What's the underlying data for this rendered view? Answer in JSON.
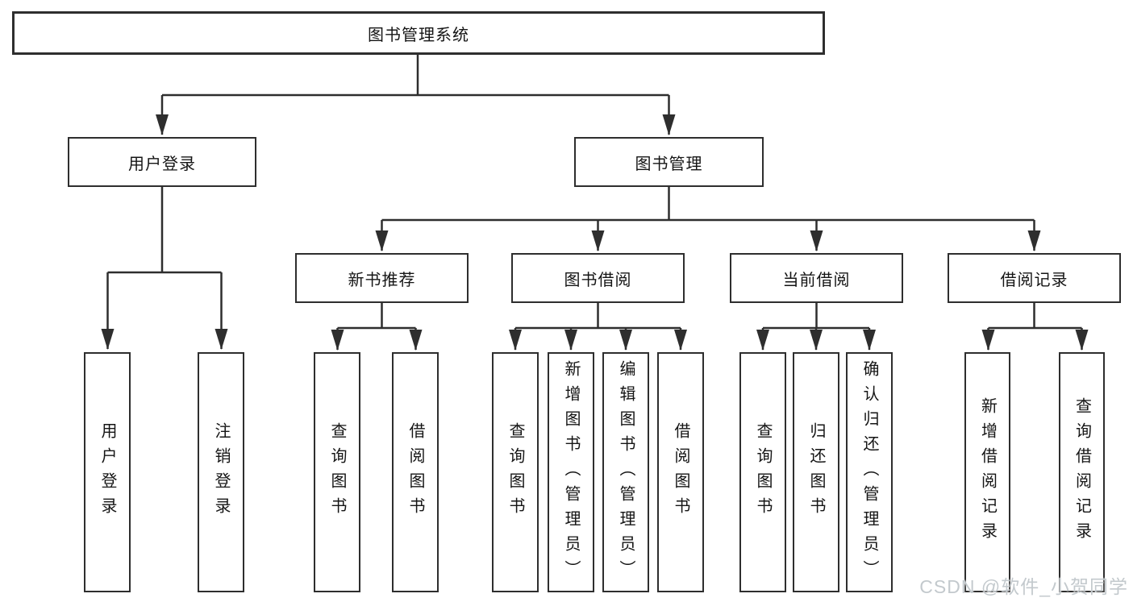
{
  "diagram": {
    "root": {
      "label": "图书管理系统"
    },
    "level2": [
      {
        "label": "用户登录",
        "leaves": [
          "用户登录",
          "注销登录"
        ]
      },
      {
        "label": "图书管理",
        "children": [
          {
            "label": "新书推荐",
            "leaves": [
              "查询图书",
              "借阅图书"
            ]
          },
          {
            "label": "图书借阅",
            "leaves": [
              "查询图书",
              "新增图书（管理员）",
              "编辑图书（管理员）",
              "借阅图书"
            ]
          },
          {
            "label": "当前借阅",
            "leaves": [
              "查询图书",
              "归还图书",
              "确认归还（管理员）"
            ]
          },
          {
            "label": "借阅记录",
            "leaves": [
              "新增借阅记录",
              "查询借阅记录"
            ]
          }
        ]
      }
    ]
  },
  "watermark": {
    "text": "CSDN @软件_小贺同学"
  },
  "colors": {
    "line": "#2e2e2e",
    "text": "#151515",
    "background": "#ffffff",
    "watermark": "#c3c9cd"
  }
}
